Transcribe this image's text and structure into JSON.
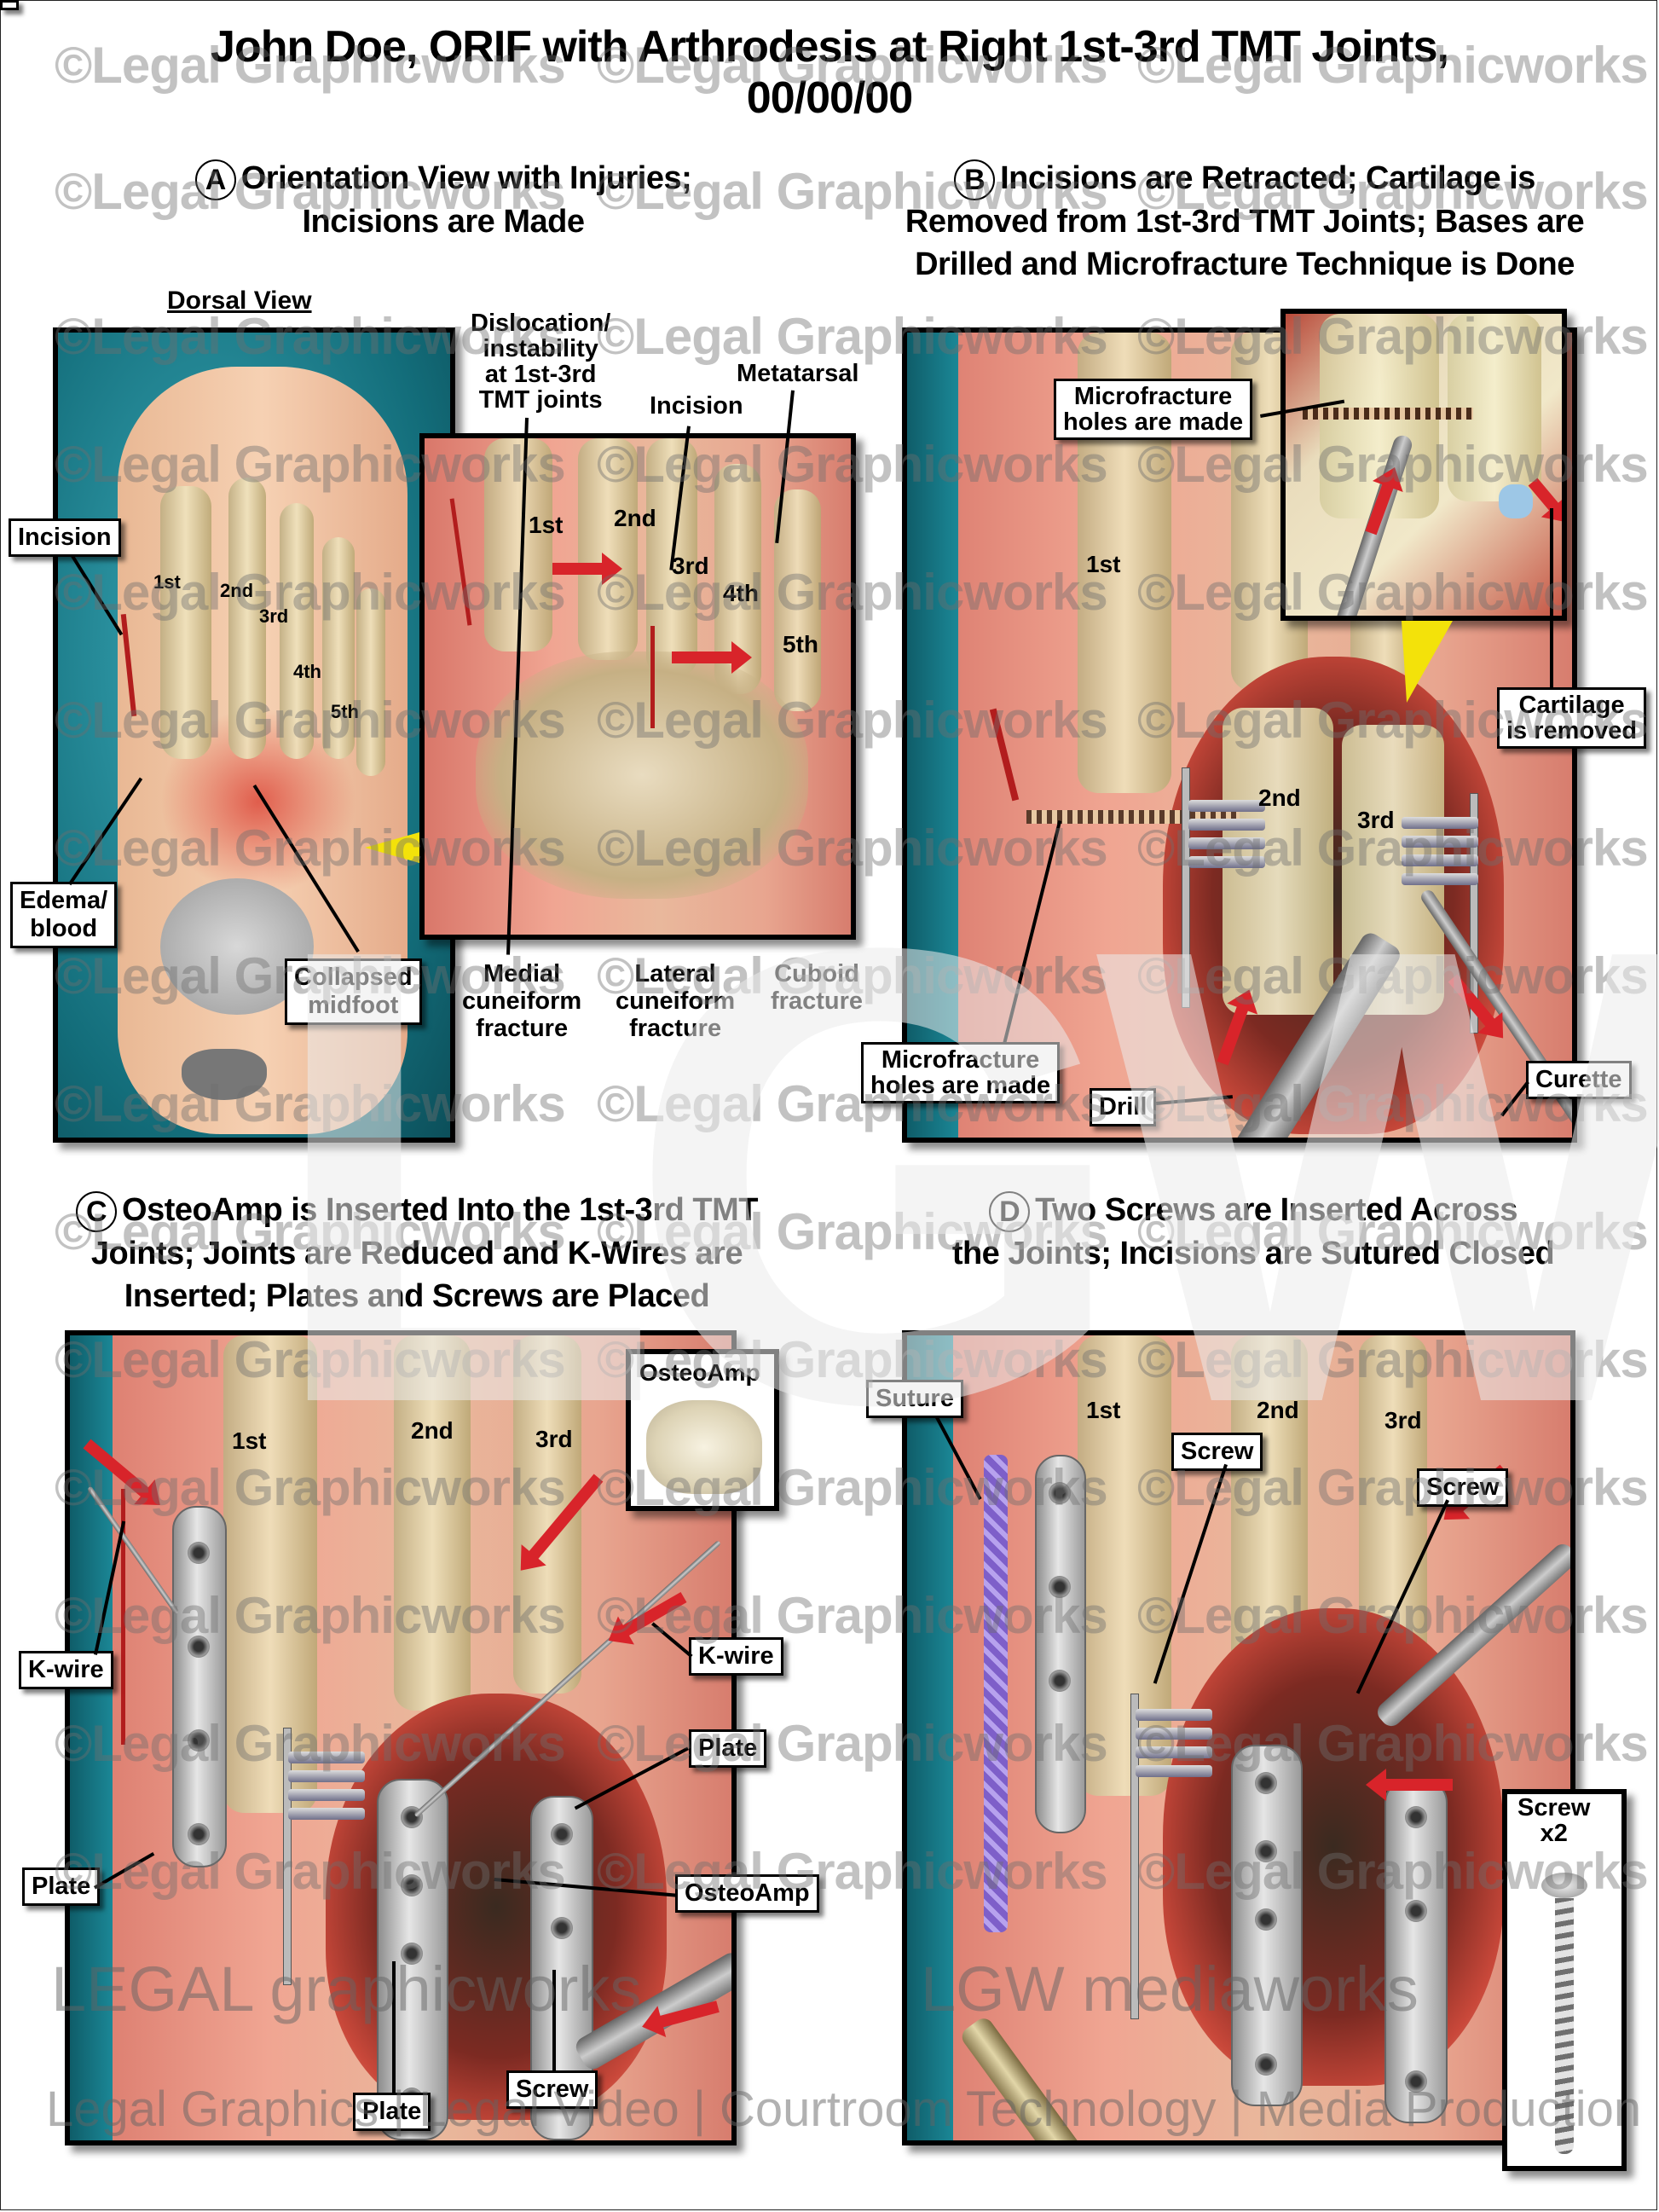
{
  "header": {
    "title_line1": "John Doe, ORIF with Arthrodesis at Right 1st-3rd TMT Joints,",
    "title_line2": "00/00/00"
  },
  "watermarks": {
    "tile": "©Legal Graphicworks",
    "logo_letters": "LGW",
    "brand_left": "LEGAL graphicworks",
    "brand_right": "LGW mediaworks",
    "tagline": "Legal Graphics | Legal Video | Courtroom Technology | Media Production"
  },
  "panels": {
    "a": {
      "letter": "A",
      "title_line1": "Orientation View with Injuries;",
      "title_line2": "Incisions are Made",
      "subtitle": "Dorsal View",
      "bone_labels": [
        "1st",
        "2nd",
        "3rd",
        "4th",
        "5th"
      ],
      "inset_bone_labels": [
        "1st",
        "2nd",
        "3rd",
        "4th",
        "5th"
      ],
      "callouts": {
        "incision_box": "Incision",
        "edema": "Edema/\nblood",
        "collapsed": "Collapsed\nmidfoot",
        "dislocation": "Dislocation/\ninstability\nat 1st-3rd\nTMT joints",
        "incision": "Incision",
        "metatarsal": "Metatarsal",
        "medial": "Medial\ncuneiform\nfracture",
        "lateral": "Lateral\ncuneiform\nfracture",
        "cuboid": "Cuboid\nfracture"
      }
    },
    "b": {
      "letter": "B",
      "title_line1": "Incisions are Retracted; Cartilage is",
      "title_line2": "Removed from 1st-3rd TMT Joints; Bases are",
      "title_line3": "Drilled and Microfracture Technique is Done",
      "bone_labels": [
        "1st",
        "2nd",
        "3rd"
      ],
      "callouts": {
        "microfracture_inset": "Microfracture\nholes are made",
        "cartilage": "Cartilage\nis removed",
        "microfracture_main": "Microfracture\nholes are made",
        "drill": "Drill",
        "curette": "Curette"
      }
    },
    "c": {
      "letter": "C",
      "title_line1": "OsteoAmp is Inserted Into the 1st-3rd TMT",
      "title_line2": "Joints; Joints are Reduced and K-Wires are",
      "title_line3": "Inserted; Plates and Screws are Placed",
      "bone_labels": [
        "1st",
        "2nd",
        "3rd"
      ],
      "inset_label": "OsteoAmp",
      "callouts": {
        "kwire_left": "K-wire",
        "kwire_right": "K-wire",
        "plate_left": "Plate",
        "plate_right": "Plate",
        "osteoamp": "OsteoAmp",
        "plate_bottom": "Plate",
        "screw_bottom": "Screw"
      }
    },
    "d": {
      "letter": "D",
      "title_line1": "Two Screws are Inserted Across",
      "title_line2": "the Joints; Incisions are Sutured Closed",
      "bone_labels": [
        "1st",
        "2nd",
        "3rd"
      ],
      "callouts": {
        "suture": "Suture",
        "screw_1": "Screw",
        "screw_2": "Screw",
        "screw_inset": "Screw\nx2"
      }
    }
  }
}
